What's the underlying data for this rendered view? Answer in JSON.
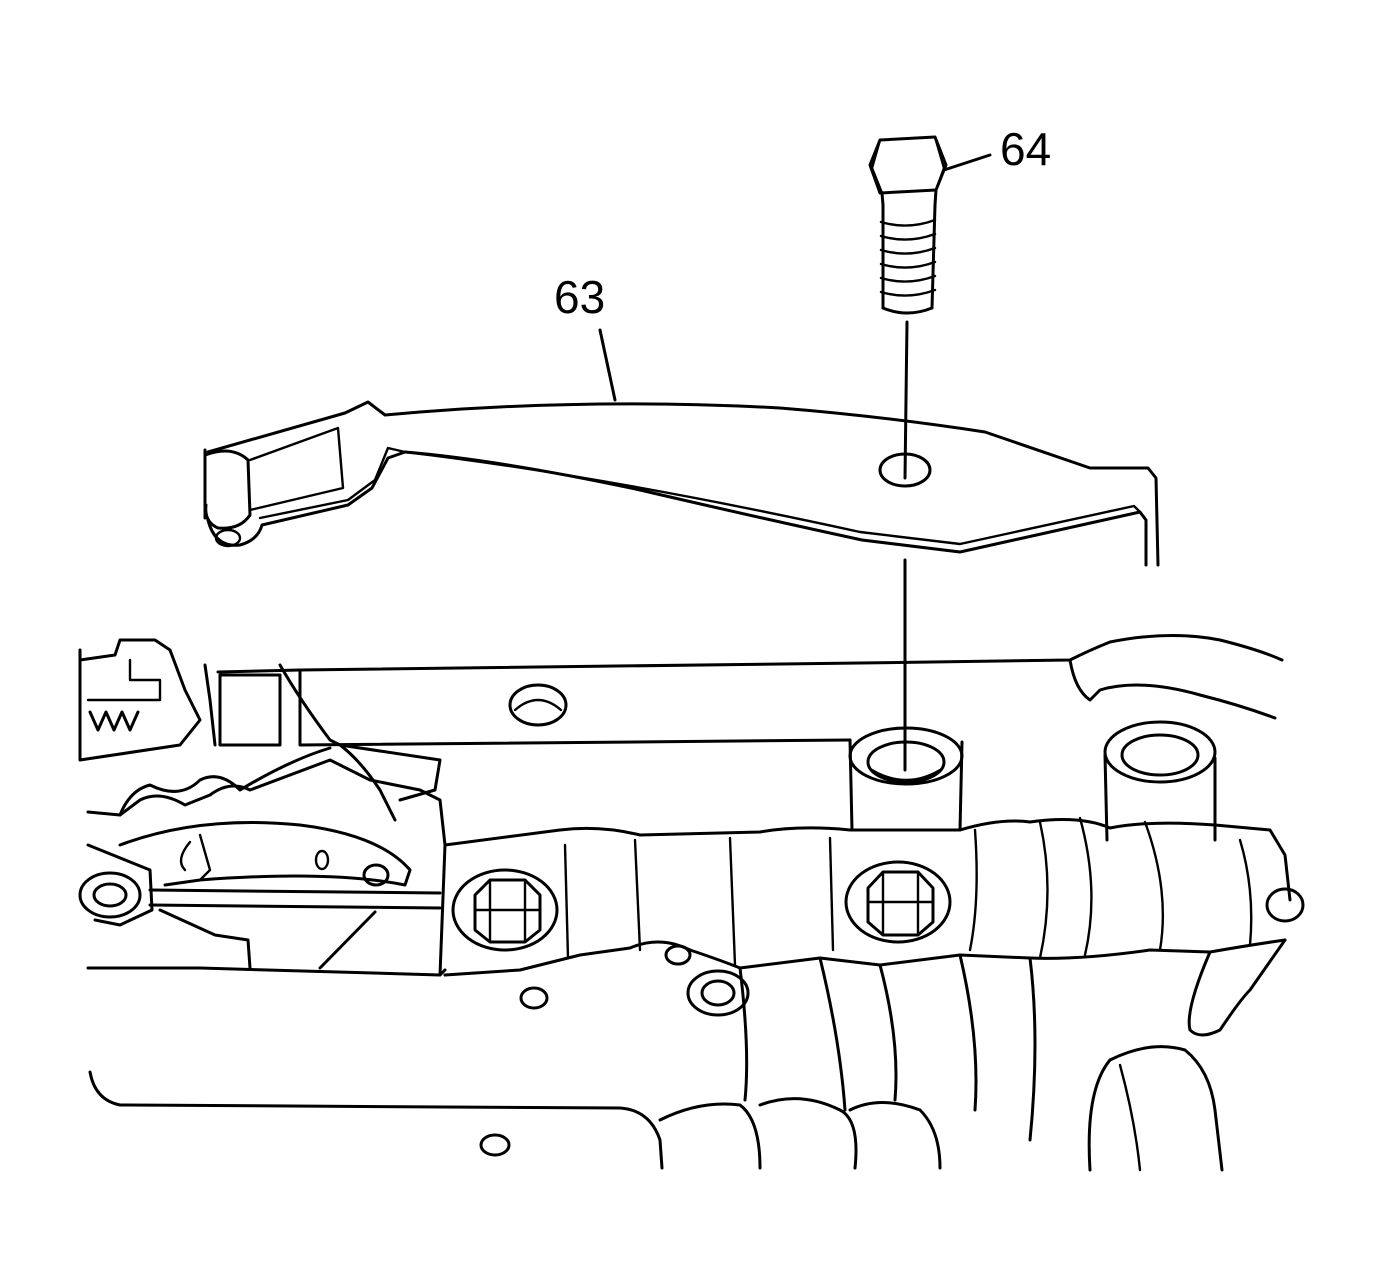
{
  "callouts": [
    {
      "id": "63",
      "label": "63"
    },
    {
      "id": "64",
      "label": "64"
    }
  ],
  "colors": {
    "line": "#000000",
    "background": "#ffffff"
  }
}
